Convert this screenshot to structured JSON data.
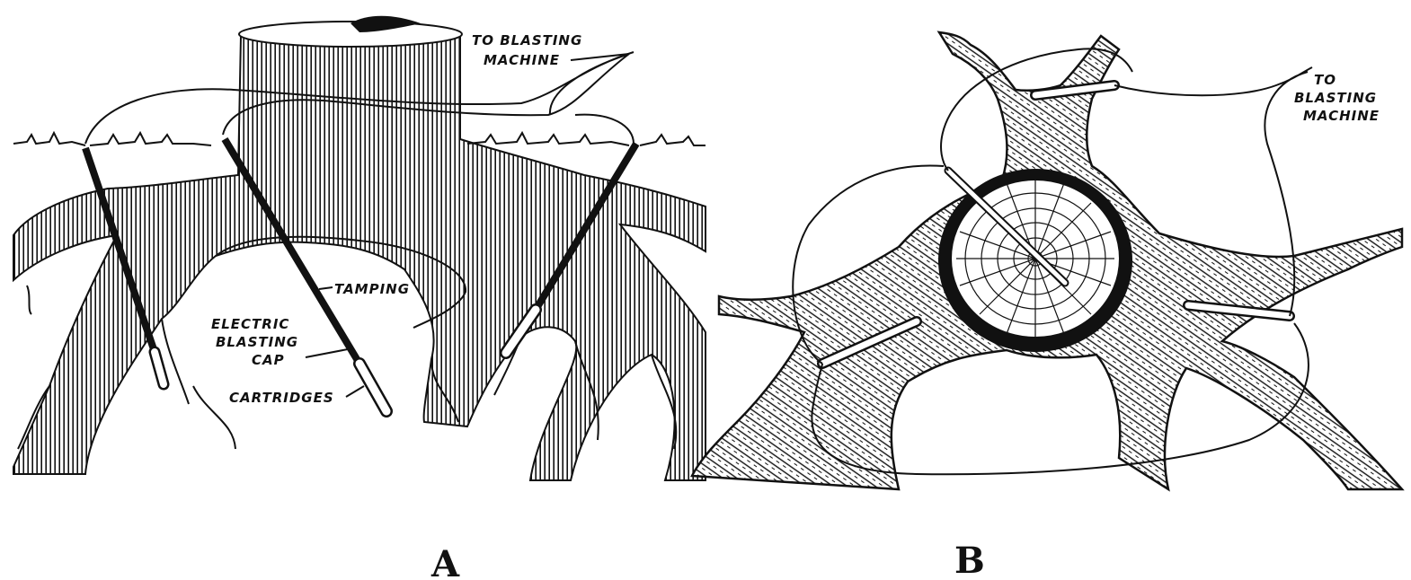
{
  "figure_a": {
    "caption": "A",
    "labels": {
      "to_blasting_machine_line1": "TO BLASTING",
      "to_blasting_machine_line2": "MACHINE",
      "tamping": "TAMPING",
      "electric_line1": "ELECTRIC",
      "electric_line2": "BLASTING",
      "electric_line3": "CAP",
      "cartridges": "CARTRIDGES"
    }
  },
  "figure_b": {
    "caption": "B",
    "labels": {
      "to_blasting_machine_line1": "TO",
      "to_blasting_machine_line2": "BLASTING",
      "to_blasting_machine_line3": "MACHINE"
    }
  },
  "colors": {
    "ink": "#111111",
    "paper": "#ffffff"
  }
}
